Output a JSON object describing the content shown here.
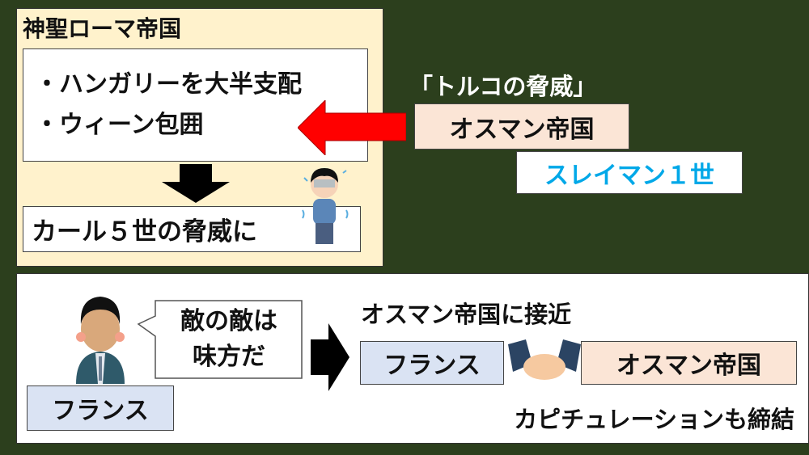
{
  "hre": {
    "title": "神聖ローマ帝国",
    "bullets": [
      "・ハンガリーを大半支配",
      "・ウィーン包囲"
    ],
    "result": "カール５世の脅威に"
  },
  "ottoman": {
    "caption": "「トルコの脅威」",
    "name": "オスマン帝国",
    "ruler": "スレイマン１世"
  },
  "france": {
    "speech": [
      "敵の敵は",
      "味方だ"
    ],
    "label": "フランス",
    "approach_title": "オスマン帝国に接近",
    "left_party": "フランス",
    "right_party": "オスマン帝国",
    "capitulation": "カピチュレーションも締結"
  },
  "colors": {
    "background": "#2c3f1d",
    "hre_panel": "#fff2cc",
    "peach": "#fbe5d6",
    "blue": "#dae3f3",
    "ruler_text": "#00a8e8",
    "red_arrow": "#ff0000"
  }
}
